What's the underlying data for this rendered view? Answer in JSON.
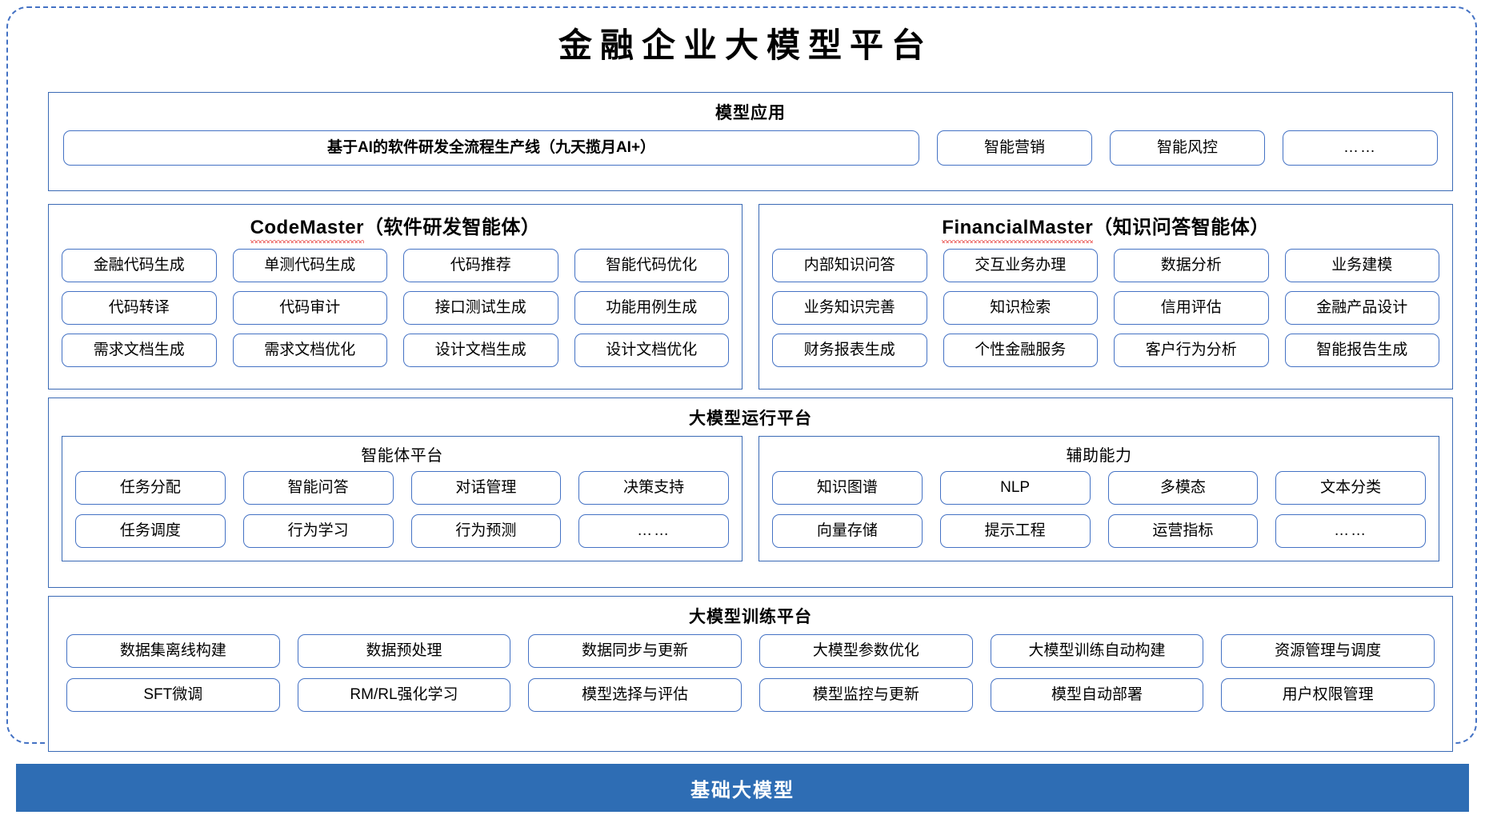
{
  "title": "金融企业大模型平台",
  "colors": {
    "frame_border": "#4472c4",
    "panel_border": "#3a6ab5",
    "pill_border": "#4472c4",
    "banner_bg": "#2e6db4",
    "banner_text": "#ffffff",
    "spellcheck_underline": "#e53935"
  },
  "model_application": {
    "title": "模型应用",
    "main_product": "基于AI的软件研发全流程生产线（九天揽月AI+）",
    "items": [
      "智能营销",
      "智能风控",
      "……"
    ]
  },
  "agents": [
    {
      "name_en": "CodeMaster",
      "name_cn": "（软件研发智能体）",
      "spellcheck_flagged": true,
      "items": [
        "金融代码生成",
        "单测代码生成",
        "代码推荐",
        "智能代码优化",
        "代码转译",
        "代码审计",
        "接口测试生成",
        "功能用例生成",
        "需求文档生成",
        "需求文档优化",
        "设计文档生成",
        "设计文档优化"
      ]
    },
    {
      "name_en": "FinancialMaster",
      "name_cn": "（知识问答智能体）",
      "spellcheck_flagged": true,
      "items": [
        "内部知识问答",
        "交互业务办理",
        "数据分析",
        "业务建模",
        "业务知识完善",
        "知识检索",
        "信用评估",
        "金融产品设计",
        "财务报表生成",
        "个性金融服务",
        "客户行为分析",
        "智能报告生成"
      ]
    }
  ],
  "runtime_platform": {
    "title": "大模型运行平台",
    "subpanels": [
      {
        "title": "智能体平台",
        "items": [
          "任务分配",
          "智能问答",
          "对话管理",
          "决策支持",
          "任务调度",
          "行为学习",
          "行为预测",
          "……"
        ]
      },
      {
        "title": "辅助能力",
        "items": [
          "知识图谱",
          "NLP",
          "多模态",
          "文本分类",
          "向量存储",
          "提示工程",
          "运营指标",
          "……"
        ]
      }
    ]
  },
  "training_platform": {
    "title": "大模型训练平台",
    "items": [
      "数据集离线构建",
      "数据预处理",
      "数据同步与更新",
      "大模型参数优化",
      "大模型训练自动构建",
      "资源管理与调度",
      "SFT微调",
      "RM/RL强化学习",
      "模型选择与评估",
      "模型监控与更新",
      "模型自动部署",
      "用户权限管理"
    ]
  },
  "foundation_banner": {
    "label": "基础大模型"
  }
}
